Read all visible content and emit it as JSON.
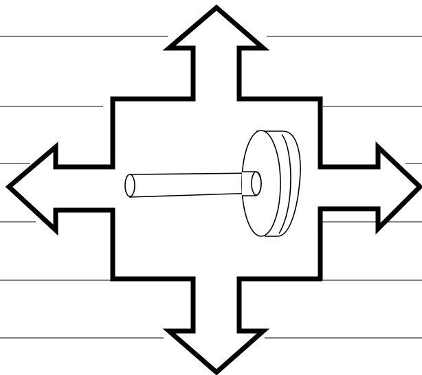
{
  "diagram": {
    "background_color": "#ffffff",
    "ink_color": "#000000",
    "writing_lines": {
      "left_count": 6,
      "right_count": 6
    },
    "center_object": "cylinder-rod-with-disc-icon",
    "arrows": [
      "up-arrow",
      "down-arrow",
      "left-arrow",
      "right-arrow"
    ]
  }
}
